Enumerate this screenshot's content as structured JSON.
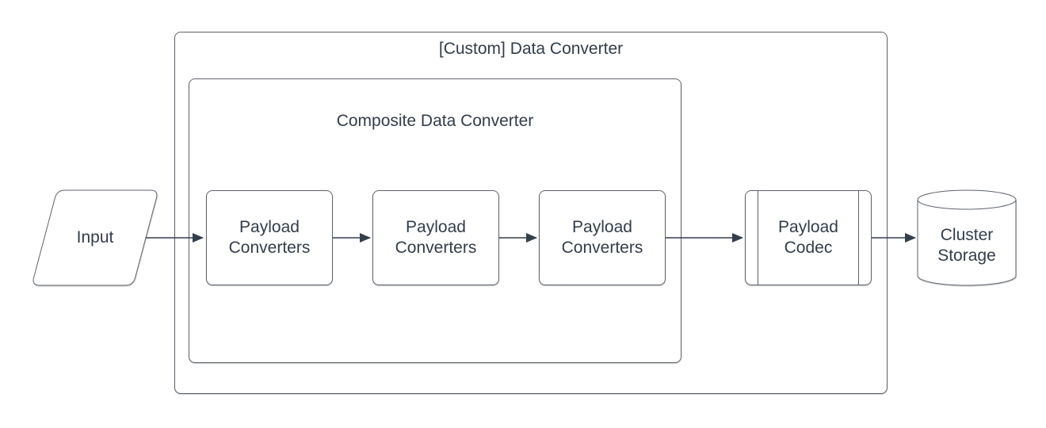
{
  "diagram": {
    "outer_group": {
      "label": "[Custom] Data Converter",
      "shape": "rounded-rectangle-container"
    },
    "inner_group": {
      "label": "Composite Data Converter",
      "shape": "rounded-rectangle-container"
    },
    "nodes": {
      "input": {
        "label": "Input",
        "shape": "parallelogram"
      },
      "payload_converters_1": {
        "label": "Payload Converters",
        "shape": "rounded-rectangle"
      },
      "payload_converters_2": {
        "label": "Payload Converters",
        "shape": "rounded-rectangle"
      },
      "payload_converters_3": {
        "label": "Payload Converters",
        "shape": "rounded-rectangle"
      },
      "payload_codec": {
        "label": "Payload Codec",
        "shape": "predefined-process"
      },
      "cluster_storage": {
        "label": "Cluster Storage",
        "shape": "cylinder"
      }
    },
    "edges": [
      {
        "from": "input",
        "to": "payload_converters_1",
        "type": "arrow"
      },
      {
        "from": "payload_converters_1",
        "to": "payload_converters_2",
        "type": "arrow"
      },
      {
        "from": "payload_converters_2",
        "to": "payload_converters_3",
        "type": "arrow"
      },
      {
        "from": "payload_converters_3",
        "to": "payload_codec",
        "type": "arrow"
      },
      {
        "from": "payload_codec",
        "to": "cluster_storage",
        "type": "arrow"
      }
    ],
    "colors": {
      "background": "#ffffff",
      "shape_fill": "#ffffff",
      "shape_stroke": "#5d646d",
      "arrow_stroke": "#343f4c",
      "text": "#323d4b"
    }
  }
}
